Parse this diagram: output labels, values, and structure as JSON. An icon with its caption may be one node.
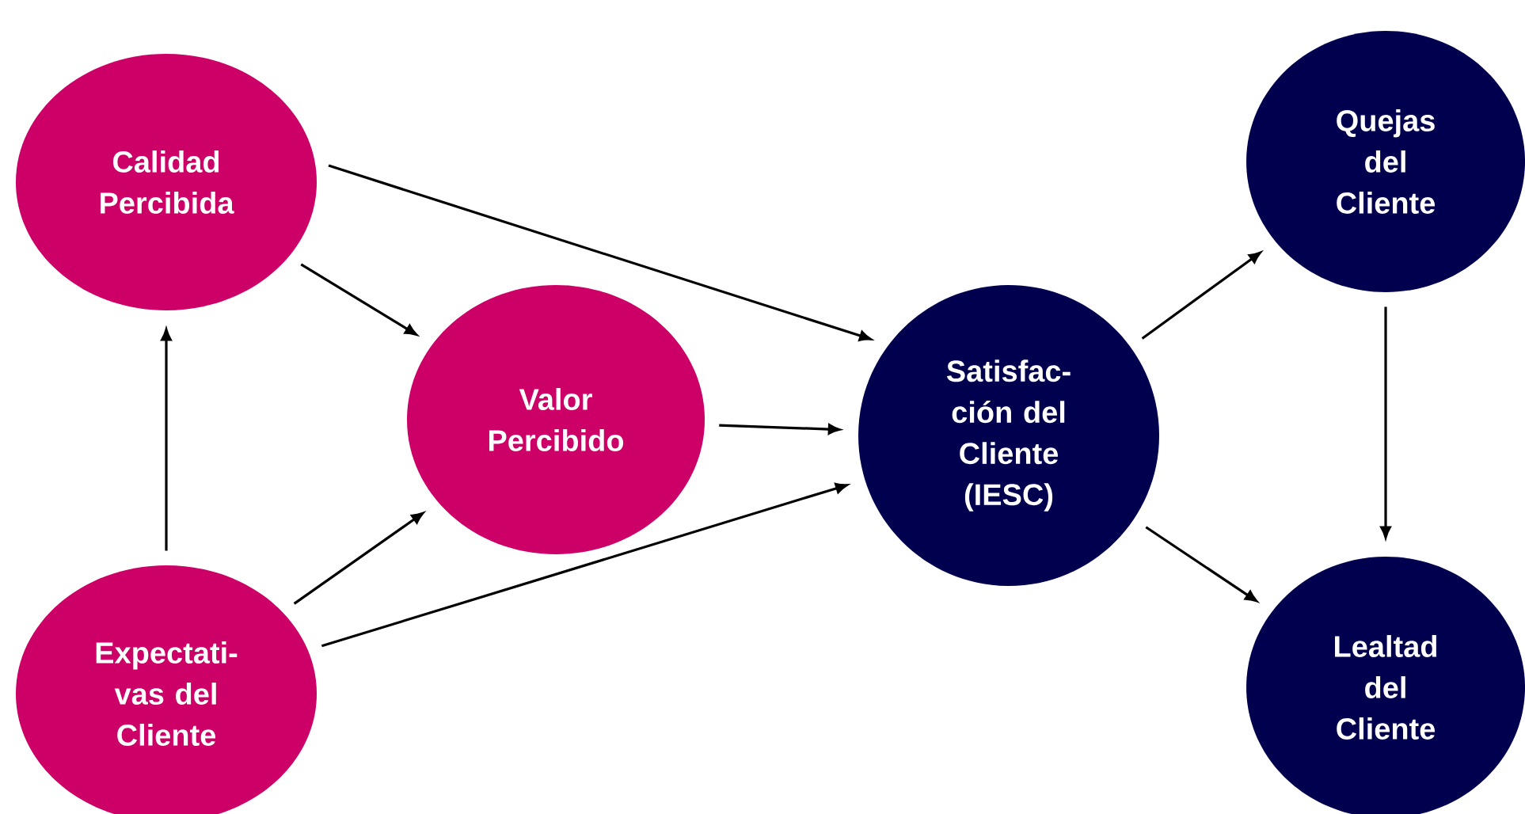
{
  "diagram": {
    "nodes": [
      {
        "text": [
          "Calidad Percibida"
        ]
      },
      {
        "text": [
          "Valor Percibido"
        ]
      },
      {
        "text": [
          "Expectati- vas del Cliente"
        ]
      },
      {
        "text": [
          "Satisfac- ción del Cliente (IESC)"
        ]
      },
      {
        "text": [
          "Quejas del Cliente"
        ]
      },
      {
        "text": [
          "Lealtad del Cliente"
        ]
      }
    ],
    "edges": [
      {
        "from": 0,
        "to": 1,
        "arrow": "to"
      },
      {
        "from": 0,
        "to": 3,
        "arrow": "to"
      },
      {
        "from": 2,
        "to": 0,
        "arrow": "to"
      },
      {
        "from": 2,
        "to": 1,
        "arrow": "to"
      },
      {
        "from": 2,
        "to": 3,
        "arrow": "to"
      },
      {
        "from": 1,
        "to": 3,
        "arrow": "to"
      },
      {
        "from": 3,
        "to": 4,
        "arrow": "to"
      },
      {
        "from": 3,
        "to": 5,
        "arrow": "to"
      },
      {
        "from": 4,
        "to": 5,
        "arrow": "to"
      }
    ]
  }
}
